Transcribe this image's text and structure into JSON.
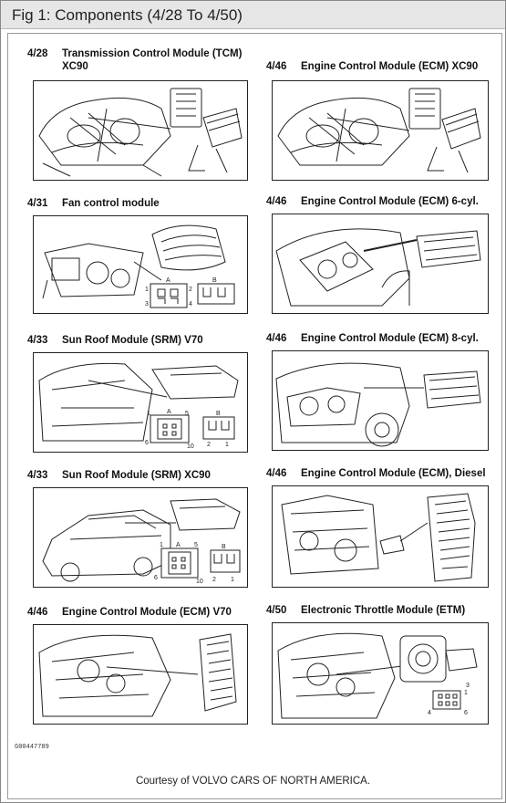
{
  "header": {
    "title": "Fig 1: Components (4/28 To 4/50)"
  },
  "panels": [
    {
      "code": "4/28",
      "label": "Transmission Control Module (TCM)",
      "label2": "XC90"
    },
    {
      "code": "4/46",
      "label": "Engine Control Module (ECM) XC90",
      "label2": ""
    },
    {
      "code": "4/31",
      "label": "Fan control module",
      "label2": ""
    },
    {
      "code": "4/46",
      "label": "Engine Control Module (ECM) 6-cyl.",
      "label2": ""
    },
    {
      "code": "4/33",
      "label": "Sun Roof Module (SRM) V70",
      "label2": ""
    },
    {
      "code": "4/46",
      "label": "Engine Control Module (ECM) 8-cyl.",
      "label2": ""
    },
    {
      "code": "4/33",
      "label": "Sun Roof Module (SRM) XC90",
      "label2": ""
    },
    {
      "code": "4/46",
      "label": "Engine Control Module (ECM), Diesel",
      "label2": ""
    },
    {
      "code": "4/46",
      "label": "Engine Control Module (ECM) V70",
      "label2": ""
    },
    {
      "code": "4/50",
      "label": "Electronic Throttle Module (ETM)",
      "label2": ""
    }
  ],
  "connector_labels": {
    "fan": {
      "a": "A",
      "b": "B",
      "n1": "1",
      "n2": "2",
      "n3": "3",
      "n4": "4"
    },
    "srm_v70": {
      "a": "A",
      "b": "B",
      "n1": "1",
      "n5": "5",
      "n6": "6",
      "n10": "10",
      "n2": "2",
      "n1b": "1"
    },
    "srm_xc90": {
      "a": "A",
      "b": "B",
      "n1": "1",
      "n5": "5",
      "n6": "6",
      "n10": "10",
      "n2": "2",
      "n1b": "1"
    },
    "etm": {
      "n1": "1",
      "n3": "3",
      "n4": "4",
      "n6": "6"
    }
  },
  "footer": {
    "ref_code": "G00447789",
    "courtesy": "Courtesy of VOLVO CARS OF NORTH AMERICA."
  }
}
